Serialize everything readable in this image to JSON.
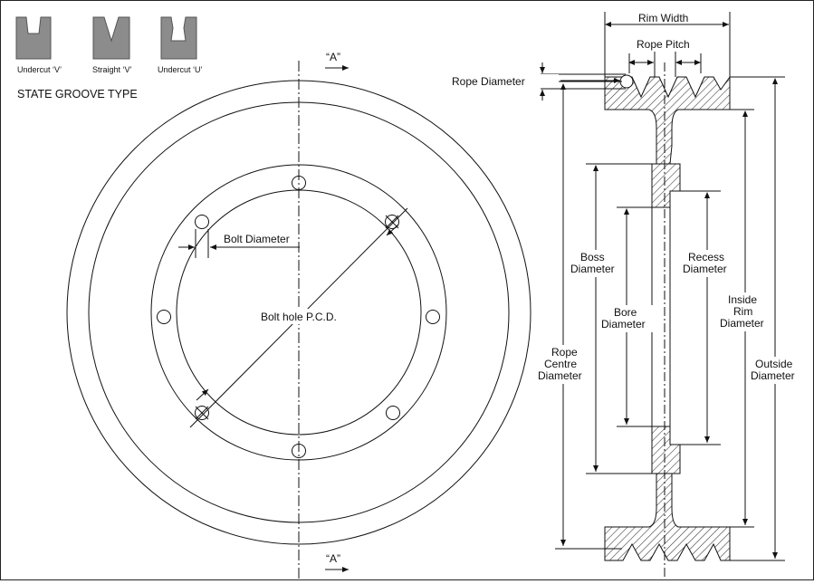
{
  "groove_types": {
    "items": [
      {
        "label": "Undercut ‘V’"
      },
      {
        "label": "Straight ‘V’"
      },
      {
        "label": "Undercut ‘U’"
      }
    ],
    "title": "STATE GROOVE TYPE"
  },
  "front_view": {
    "section_marker_top": "“A”",
    "section_marker_bottom": "“A”",
    "bolt_diameter": "Bolt Diameter",
    "bolt_pcd": "Bolt hole P.C.D."
  },
  "section_view": {
    "rim_width": "Rim Width",
    "rope_pitch": "Rope Pitch",
    "rope_diameter": "Rope Diameter",
    "boss_diameter": [
      "Boss",
      "Diameter"
    ],
    "bore_diameter": [
      "Bore",
      "Diameter"
    ],
    "recess_diameter": [
      "Recess",
      "Diameter"
    ],
    "rope_centre_diameter": [
      "Rope",
      "Centre",
      "Diameter"
    ],
    "inside_rim_diameter": [
      "Inside",
      "Rim",
      "Diameter"
    ],
    "outside_diameter": [
      "Outside",
      "Diameter"
    ]
  },
  "colors": {
    "line": "#111111",
    "hatch": "#333333",
    "background": "#ffffff"
  }
}
